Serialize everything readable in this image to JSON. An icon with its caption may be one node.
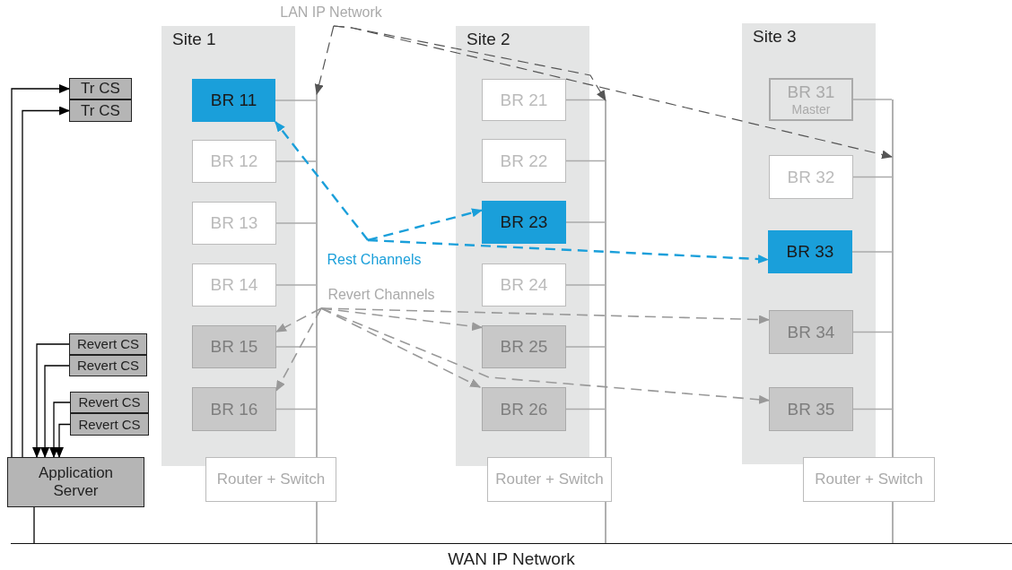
{
  "diagram": {
    "nodes": [
      {
        "text": [
          "LAN IP Network"
        ]
      },
      {
        "text": [
          "Tr CS"
        ]
      },
      {
        "text": [
          "Tr CS"
        ]
      },
      {
        "text": [
          "Site 1"
        ]
      },
      {
        "text": [
          "BR 11"
        ],
        "in": 3
      },
      {
        "text": [
          "BR 12"
        ],
        "in": 3
      },
      {
        "text": [
          "BR 13"
        ],
        "in": 3
      },
      {
        "text": [
          "BR 14"
        ],
        "in": 3
      },
      {
        "text": [
          "BR 15"
        ],
        "in": 3
      },
      {
        "text": [
          "BR 16"
        ],
        "in": 3
      },
      {
        "text": [
          "Site 2"
        ]
      },
      {
        "text": [
          "BR 21"
        ],
        "in": 10
      },
      {
        "text": [
          "BR 22"
        ],
        "in": 10
      },
      {
        "text": [
          "BR 23"
        ],
        "in": 10
      },
      {
        "text": [
          "BR 24"
        ],
        "in": 10
      },
      {
        "text": [
          "BR 25"
        ],
        "in": 10
      },
      {
        "text": [
          "BR 26"
        ],
        "in": 10
      },
      {
        "text": [
          "Site 3"
        ]
      },
      {
        "text": [
          "BR 31",
          "Master"
        ],
        "in": 17
      },
      {
        "text": [
          "BR 32"
        ],
        "in": 17
      },
      {
        "text": [
          "BR 33"
        ],
        "in": 17
      },
      {
        "text": [
          "BR 34"
        ],
        "in": 17
      },
      {
        "text": [
          "BR 35"
        ],
        "in": 17
      },
      {
        "text": [
          "Rest Channels"
        ]
      },
      {
        "text": [
          "Revert Channels"
        ]
      },
      {
        "text": [
          "Revert CS"
        ]
      },
      {
        "text": [
          "Revert CS"
        ]
      },
      {
        "text": [
          "Revert CS"
        ]
      },
      {
        "text": [
          "Revert CS"
        ]
      },
      {
        "text": [
          "Application Server"
        ]
      },
      {
        "text": [
          "Router + Switch"
        ]
      },
      {
        "text": [
          "Router + Switch"
        ]
      },
      {
        "text": [
          "Router + Switch"
        ]
      },
      {
        "text": [],
        "shape": "bar"
      },
      {
        "text": [],
        "shape": "bar"
      },
      {
        "text": [],
        "shape": "bar"
      },
      {
        "text": [
          "WAN IP Network"
        ]
      }
    ],
    "edges": [
      {
        "from": 4,
        "to": 33,
        "arrow": "none"
      },
      {
        "from": 5,
        "to": 33,
        "arrow": "none"
      },
      {
        "from": 6,
        "to": 33,
        "arrow": "none"
      },
      {
        "from": 7,
        "to": 33,
        "arrow": "none"
      },
      {
        "from": 8,
        "to": 33,
        "arrow": "none"
      },
      {
        "from": 9,
        "to": 33,
        "arrow": "none"
      },
      {
        "from": 11,
        "to": 34,
        "arrow": "none"
      },
      {
        "from": 12,
        "to": 34,
        "arrow": "none"
      },
      {
        "from": 13,
        "to": 34,
        "arrow": "none"
      },
      {
        "from": 14,
        "to": 34,
        "arrow": "none"
      },
      {
        "from": 15,
        "to": 34,
        "arrow": "none"
      },
      {
        "from": 16,
        "to": 34,
        "arrow": "none"
      },
      {
        "from": 18,
        "to": 35,
        "arrow": "none"
      },
      {
        "from": 19,
        "to": 35,
        "arrow": "none"
      },
      {
        "from": 20,
        "to": 35,
        "arrow": "none"
      },
      {
        "from": 21,
        "to": 35,
        "arrow": "none"
      },
      {
        "from": 22,
        "to": 35,
        "arrow": "none"
      },
      {
        "from": 29,
        "to": 1,
        "arrow": "to",
        "color": "#000000"
      },
      {
        "from": 29,
        "to": 2,
        "arrow": "to",
        "color": "#000000"
      },
      {
        "from": 25,
        "to": 29,
        "arrow": "to",
        "color": "#000000"
      },
      {
        "from": 26,
        "to": 29,
        "arrow": "to",
        "color": "#000000"
      },
      {
        "from": 27,
        "to": 29,
        "arrow": "to",
        "color": "#000000"
      },
      {
        "from": 28,
        "to": 29,
        "arrow": "to",
        "color": "#000000"
      },
      {
        "from": 29,
        "to": 36,
        "arrow": "none",
        "color": "#000000"
      },
      {
        "from": 0,
        "to": 33,
        "arrow": "to",
        "style": "dashed",
        "color": "#555555"
      },
      {
        "from": 0,
        "to": 34,
        "arrow": "to",
        "style": "dashed",
        "color": "#555555"
      },
      {
        "from": 0,
        "to": 35,
        "arrow": "to",
        "style": "dashed",
        "color": "#555555"
      },
      {
        "from": 23,
        "to": 4,
        "arrow": "to",
        "style": "dashed",
        "color": "#1a9fda"
      },
      {
        "from": 23,
        "to": 13,
        "arrow": "to",
        "style": "dashed",
        "color": "#1a9fda"
      },
      {
        "from": 23,
        "to": 20,
        "arrow": "to",
        "style": "dashed",
        "color": "#1a9fda"
      },
      {
        "from": 24,
        "to": 8,
        "arrow": "to",
        "style": "dashed",
        "color": "#999999"
      },
      {
        "from": 24,
        "to": 9,
        "arrow": "to",
        "style": "dashed",
        "color": "#999999"
      },
      {
        "from": 24,
        "to": 15,
        "arrow": "to",
        "style": "dashed",
        "color": "#999999"
      },
      {
        "from": 24,
        "to": 16,
        "arrow": "to",
        "style": "dashed",
        "color": "#999999"
      },
      {
        "from": 24,
        "to": 21,
        "arrow": "to",
        "style": "dashed",
        "color": "#999999"
      },
      {
        "from": 24,
        "to": 22,
        "arrow": "to",
        "style": "dashed",
        "color": "#999999"
      }
    ]
  }
}
